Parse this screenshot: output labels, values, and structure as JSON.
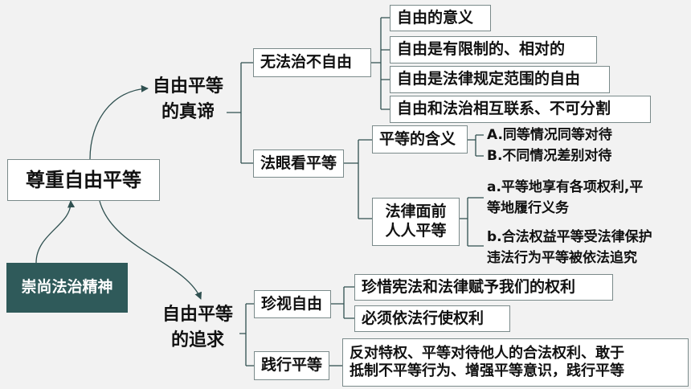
{
  "root": "尊重自由平等",
  "source": "崇尚法治精神",
  "branches": [
    {
      "title_lines": [
        "自由平等",
        "的真谛"
      ],
      "children": [
        {
          "label": "无法治不自由",
          "items": [
            "自由的意义",
            "自由是有限制的、相对的",
            "自由是法律规定范围的自由",
            "自由和法治相互联系、不可分割"
          ]
        },
        {
          "label": "法眼看平等",
          "subs": [
            {
              "label": "平等的含义",
              "points": [
                "A.同等情况同等对待",
                "B.不同情况差别对待"
              ]
            },
            {
              "label_lines": [
                "法律面前",
                "人人平等"
              ],
              "points": [
                [
                  "a.平等地享有各项权利,平",
                  "等地履行义务"
                ],
                [
                  "b.合法权益平等受法律保护",
                  "违法行为平等被依法追究"
                ]
              ]
            }
          ]
        }
      ]
    },
    {
      "title_lines": [
        "自由平等",
        "的追求"
      ],
      "children": [
        {
          "label": "珍视自由",
          "items": [
            "珍惜宪法和法律赋予我们的权利",
            "必须依法行使权利"
          ]
        },
        {
          "label": "践行平等",
          "detail_lines": [
            "反对特权、平等对待他人的合法权利、敢于",
            "抵制不平等行为、增强平等意识，践行平等"
          ]
        }
      ]
    }
  ],
  "colors": {
    "source_bg": "#2f5a5a",
    "line": "#2f5050",
    "border": "#7a8a8a"
  }
}
